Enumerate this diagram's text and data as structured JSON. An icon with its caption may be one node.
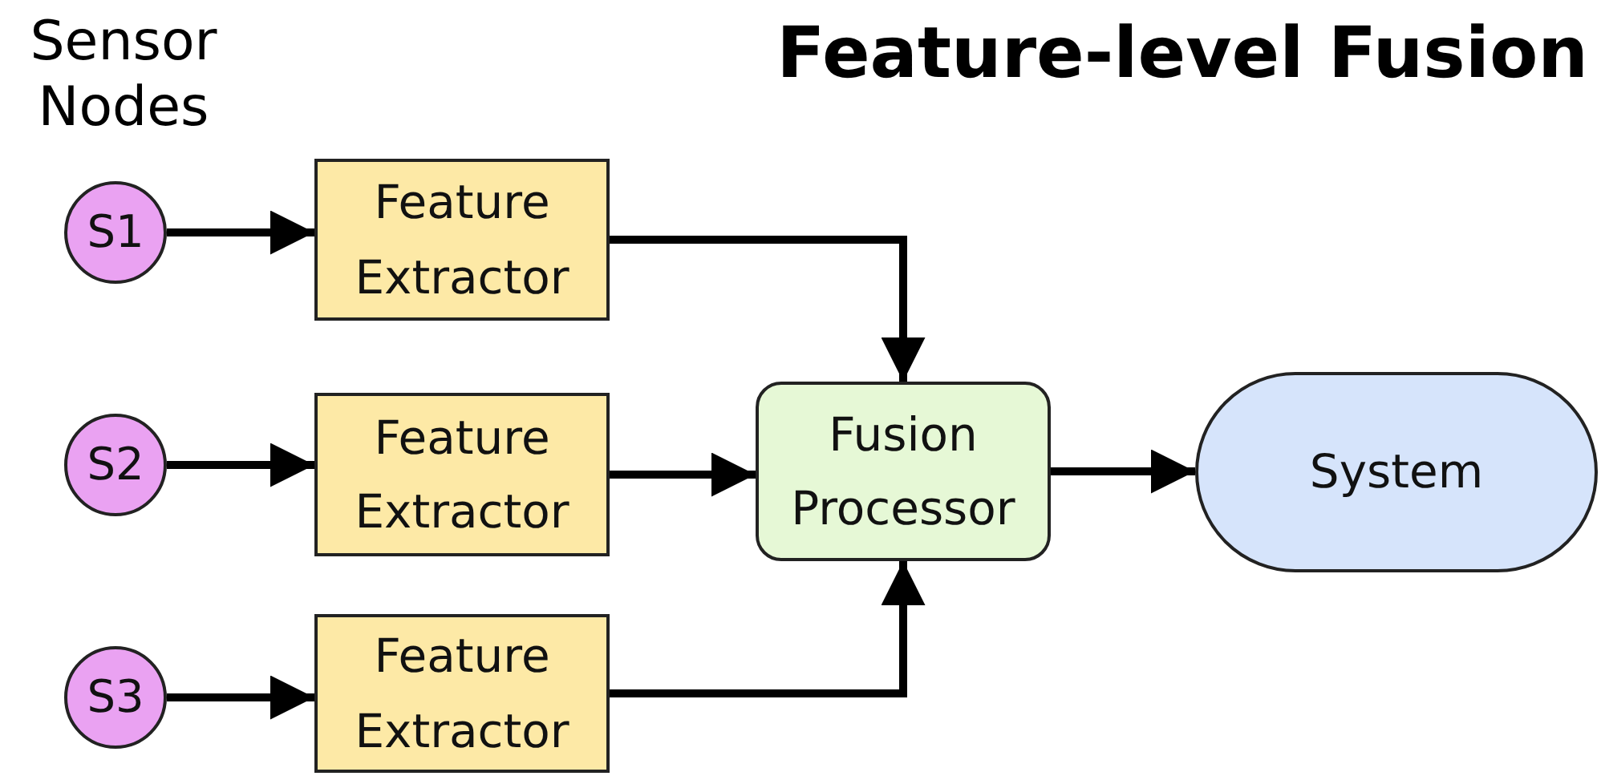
{
  "diagram": {
    "title": "Feature-level Fusion",
    "nodes": [
      {
        "text": [
          "S1"
        ]
      },
      {
        "text": [
          "S2"
        ]
      },
      {
        "text": [
          "S3"
        ]
      },
      {
        "text": [
          "Feature Extractor"
        ]
      },
      {
        "text": [
          "Feature Extractor"
        ]
      },
      {
        "text": [
          "Feature Extractor"
        ]
      },
      {
        "text": [
          "Fusion Processor"
        ]
      },
      {
        "text": [
          "System"
        ]
      }
    ],
    "edges": [
      {
        "from": 0,
        "to": 3,
        "arrow": "to"
      },
      {
        "from": 1,
        "to": 4,
        "arrow": "to"
      },
      {
        "from": 2,
        "to": 5,
        "arrow": "to"
      },
      {
        "from": 3,
        "to": 6,
        "arrow": "to"
      },
      {
        "from": 4,
        "to": 6,
        "arrow": "to"
      },
      {
        "from": 5,
        "to": 6,
        "arrow": "to"
      },
      {
        "from": 6,
        "to": 7,
        "arrow": "to"
      }
    ],
    "labels": [
      "Sensor Nodes"
    ]
  }
}
